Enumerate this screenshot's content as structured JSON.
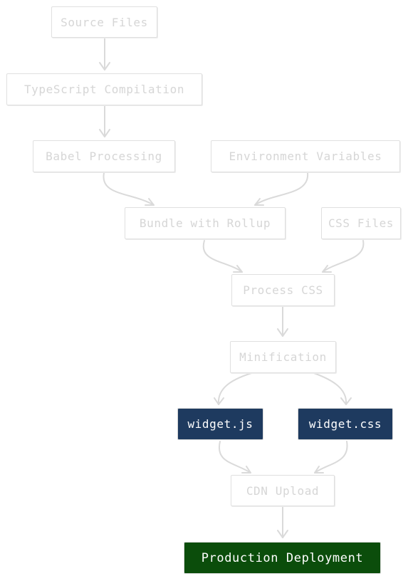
{
  "nodes": {
    "source_files": "Source Files",
    "typescript_compilation": "TypeScript Compilation",
    "babel_processing": "Babel Processing",
    "environment_variables": "Environment Variables",
    "bundle_with_rollup": "Bundle with Rollup",
    "css_files": "CSS Files",
    "process_css": "Process CSS",
    "minification": "Minification",
    "widget_js": "widget.js",
    "widget_css": "widget.css",
    "cdn_upload": "CDN Upload",
    "production_deployment": "Production Deployment"
  },
  "colors": {
    "faded_text": "#d6d6d6",
    "faded_border": "#e0e0e0",
    "output_fill": "#1e3a5f",
    "deploy_fill": "#0b4d0b",
    "edge": "#dadada"
  }
}
